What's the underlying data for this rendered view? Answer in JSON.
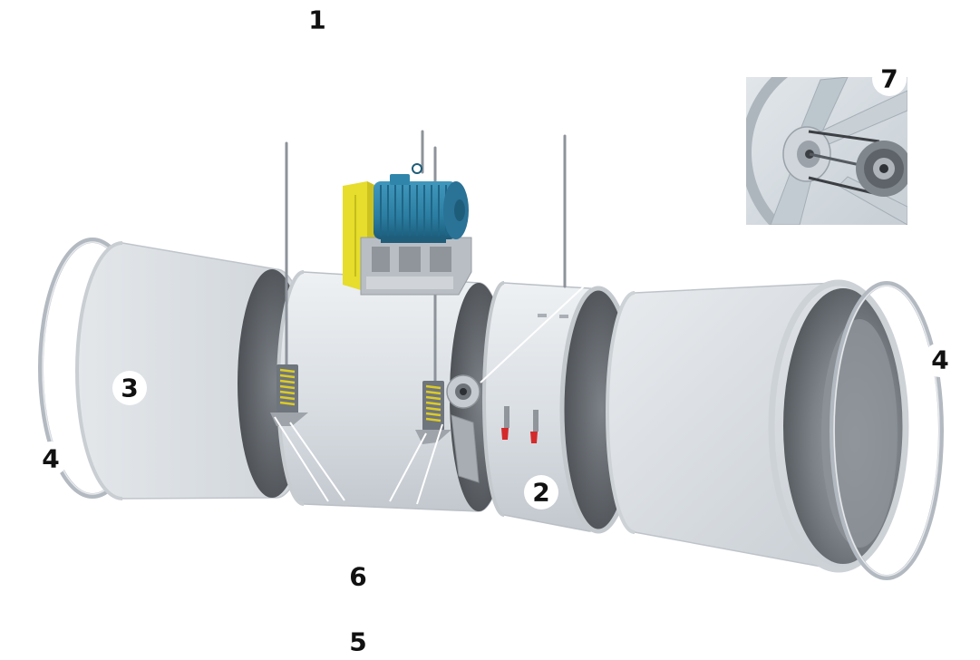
{
  "callouts": {
    "one": "1",
    "two": "2",
    "three": "3",
    "four_left": "4",
    "four_right": "4",
    "five": "5",
    "six": "6",
    "seven": "7"
  },
  "colors": {
    "background": "#ffffff",
    "duct": "#dde1e5",
    "duct_interior": "#5a5f64",
    "motor": "#2b7ea2",
    "belt_guard": "#e6dd2c",
    "spring_coil": "#dccb26",
    "latch": "#d42a2a",
    "leader_line": "#ffffff",
    "callout_fill": "#ffffff",
    "callout_text": "#111111"
  }
}
